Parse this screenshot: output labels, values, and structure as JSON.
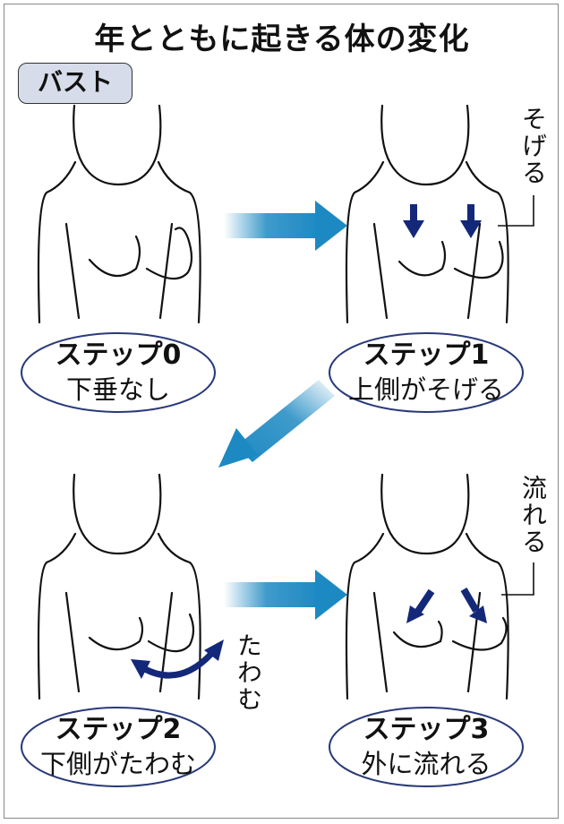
{
  "title": "年とともに起きる体の変化",
  "tag": "バスト",
  "steps": [
    {
      "heading": "ステップ0",
      "desc": "下垂なし"
    },
    {
      "heading": "ステップ1",
      "desc": "上側がそげる",
      "note": "そげる"
    },
    {
      "heading": "ステップ2",
      "desc": "下側がたわむ",
      "note": "たわむ"
    },
    {
      "heading": "ステップ3",
      "desc": "外に流れる",
      "note": "流れる"
    }
  ],
  "colors": {
    "arrow_blue": "#1d89c2",
    "dark_arrow": "#14287a",
    "tag_bg": "#d6dcea",
    "oval_stroke": "#2a3a7a"
  }
}
